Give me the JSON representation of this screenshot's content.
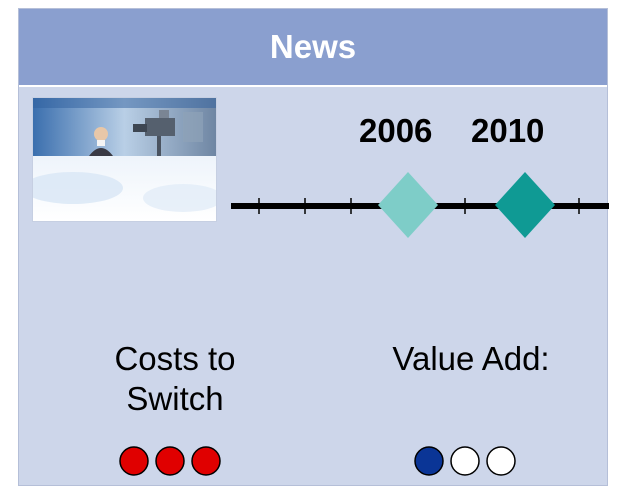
{
  "header": {
    "title": "News"
  },
  "timeline": {
    "years": [
      "2006",
      "2010"
    ],
    "marker_colors": [
      "#7ecdc8",
      "#0f9a94"
    ]
  },
  "costs": {
    "label_line1": "Costs to",
    "label_line2": "Switch",
    "filled": 3,
    "total": 3,
    "color": "#e00000"
  },
  "value": {
    "label": "Value Add:",
    "filled": 1,
    "total": 3,
    "color": "#0a3596"
  },
  "image": {
    "icon": "news-broadcast-photo"
  }
}
